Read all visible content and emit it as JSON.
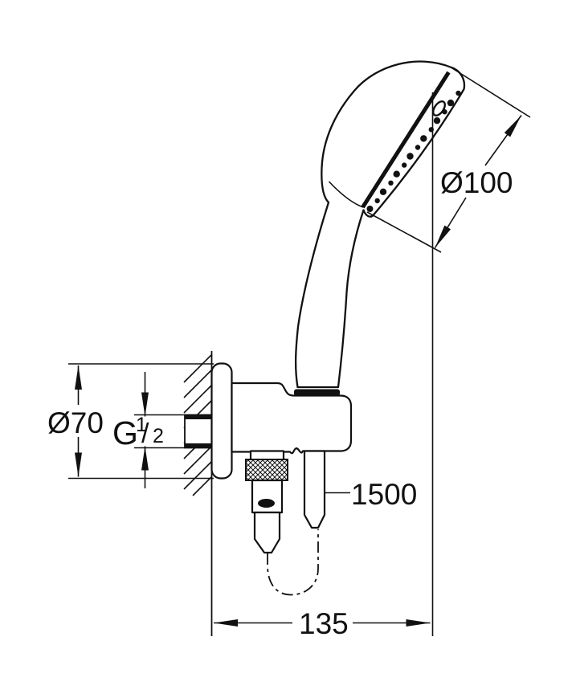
{
  "drawing": {
    "background_color": "#ffffff",
    "line_color": "#111111",
    "annotations": {
      "head_diameter": "Ø100",
      "escutcheon_diameter": "Ø70",
      "thread_letter": "G",
      "thread_numerator": "1",
      "thread_slash": "/",
      "thread_denominator": "2",
      "hose_length": "1500",
      "wall_distance": "135"
    }
  }
}
